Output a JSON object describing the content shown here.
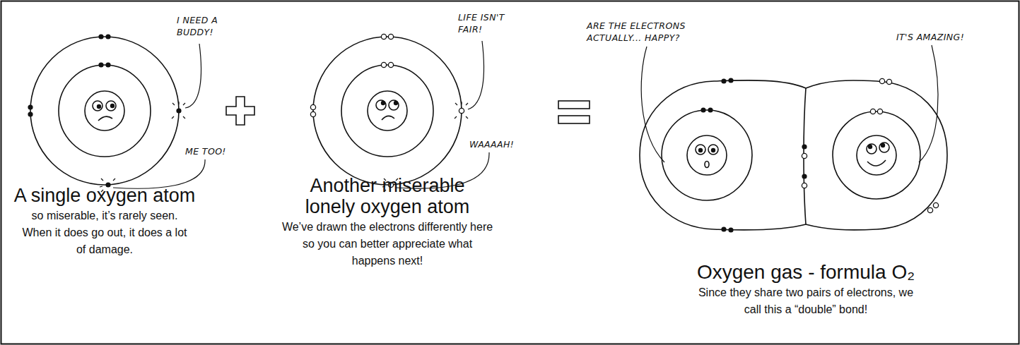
{
  "diagram": {
    "nodes": [
      {
        "text": [
          "A single oxygen atom",
          "so miserable, it’s rarely seen. When it does go out, it does a lot of damage."
        ]
      },
      {
        "text": [
          "Another miserable lonely oxygen atom",
          "We’ve drawn the electrons differently here so you can better appreciate what happens next!"
        ]
      },
      {
        "text": [
          "Oxygen gas - formula O₂",
          "Since they share two pairs of electrons, we call this a “double” bond!"
        ]
      }
    ],
    "labels": [
      "I NEED A BUDDY!",
      "ME TOO!",
      "LIFE ISN'T FAIR!",
      "WAAAAH!",
      "ARE THE ELECTRONS ACTUALLY... HAPPY?",
      "IT'S AMAZING!"
    ]
  }
}
